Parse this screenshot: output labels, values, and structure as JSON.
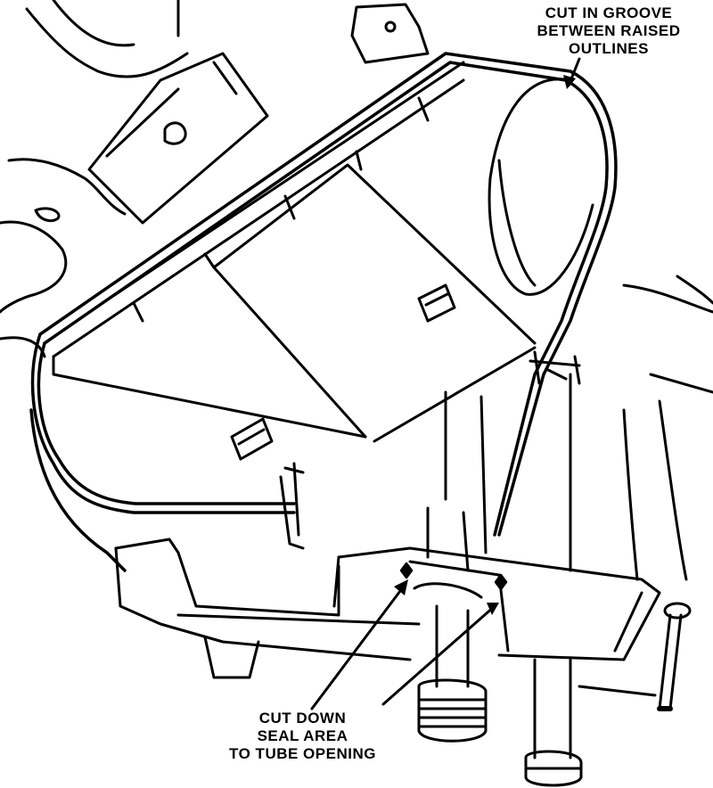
{
  "callouts": {
    "groove": {
      "lines": [
        "CUT IN GROOVE",
        "BETWEEN RAISED",
        "OUTLINES"
      ]
    },
    "seal": {
      "lines": [
        "CUT DOWN",
        "SEAL AREA",
        "TO TUBE OPENING"
      ]
    }
  }
}
